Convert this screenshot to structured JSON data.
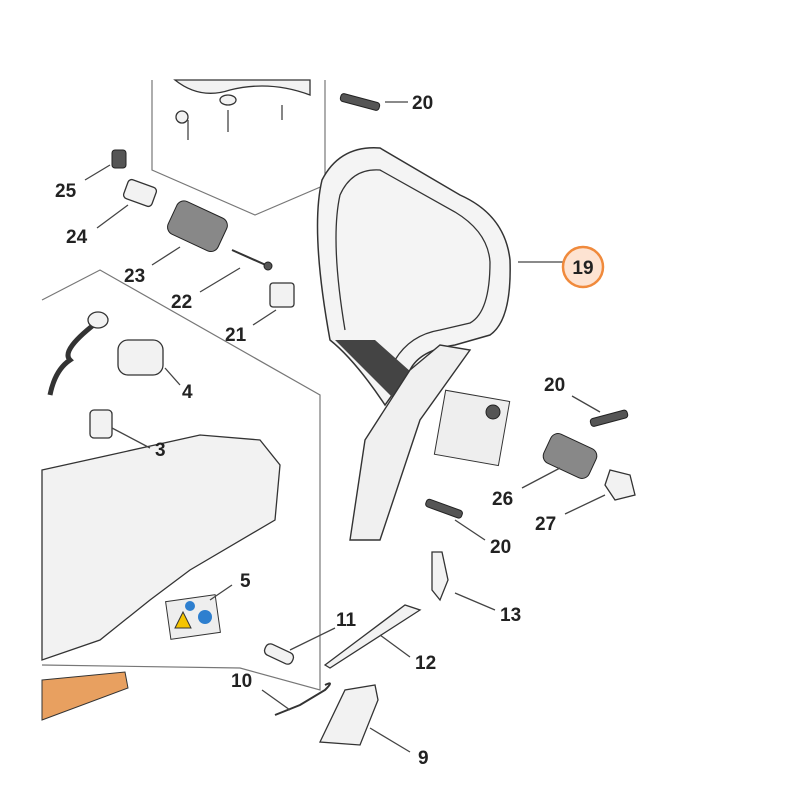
{
  "diagram": {
    "highlight_color": "#f08a3c",
    "highlight_fill": "#fde3d2",
    "callouts": [
      {
        "id": "20a",
        "label": "20"
      },
      {
        "id": "25",
        "label": "25"
      },
      {
        "id": "24",
        "label": "24"
      },
      {
        "id": "23",
        "label": "23"
      },
      {
        "id": "22",
        "label": "22"
      },
      {
        "id": "21",
        "label": "21"
      },
      {
        "id": "19",
        "label": "19",
        "highlighted": true
      },
      {
        "id": "4",
        "label": "4"
      },
      {
        "id": "3",
        "label": "3"
      },
      {
        "id": "20b",
        "label": "20"
      },
      {
        "id": "26",
        "label": "26"
      },
      {
        "id": "27",
        "label": "27"
      },
      {
        "id": "20c",
        "label": "20"
      },
      {
        "id": "5",
        "label": "5"
      },
      {
        "id": "11",
        "label": "11"
      },
      {
        "id": "13",
        "label": "13"
      },
      {
        "id": "12",
        "label": "12"
      },
      {
        "id": "10",
        "label": "10"
      },
      {
        "id": "9",
        "label": "9"
      }
    ]
  }
}
